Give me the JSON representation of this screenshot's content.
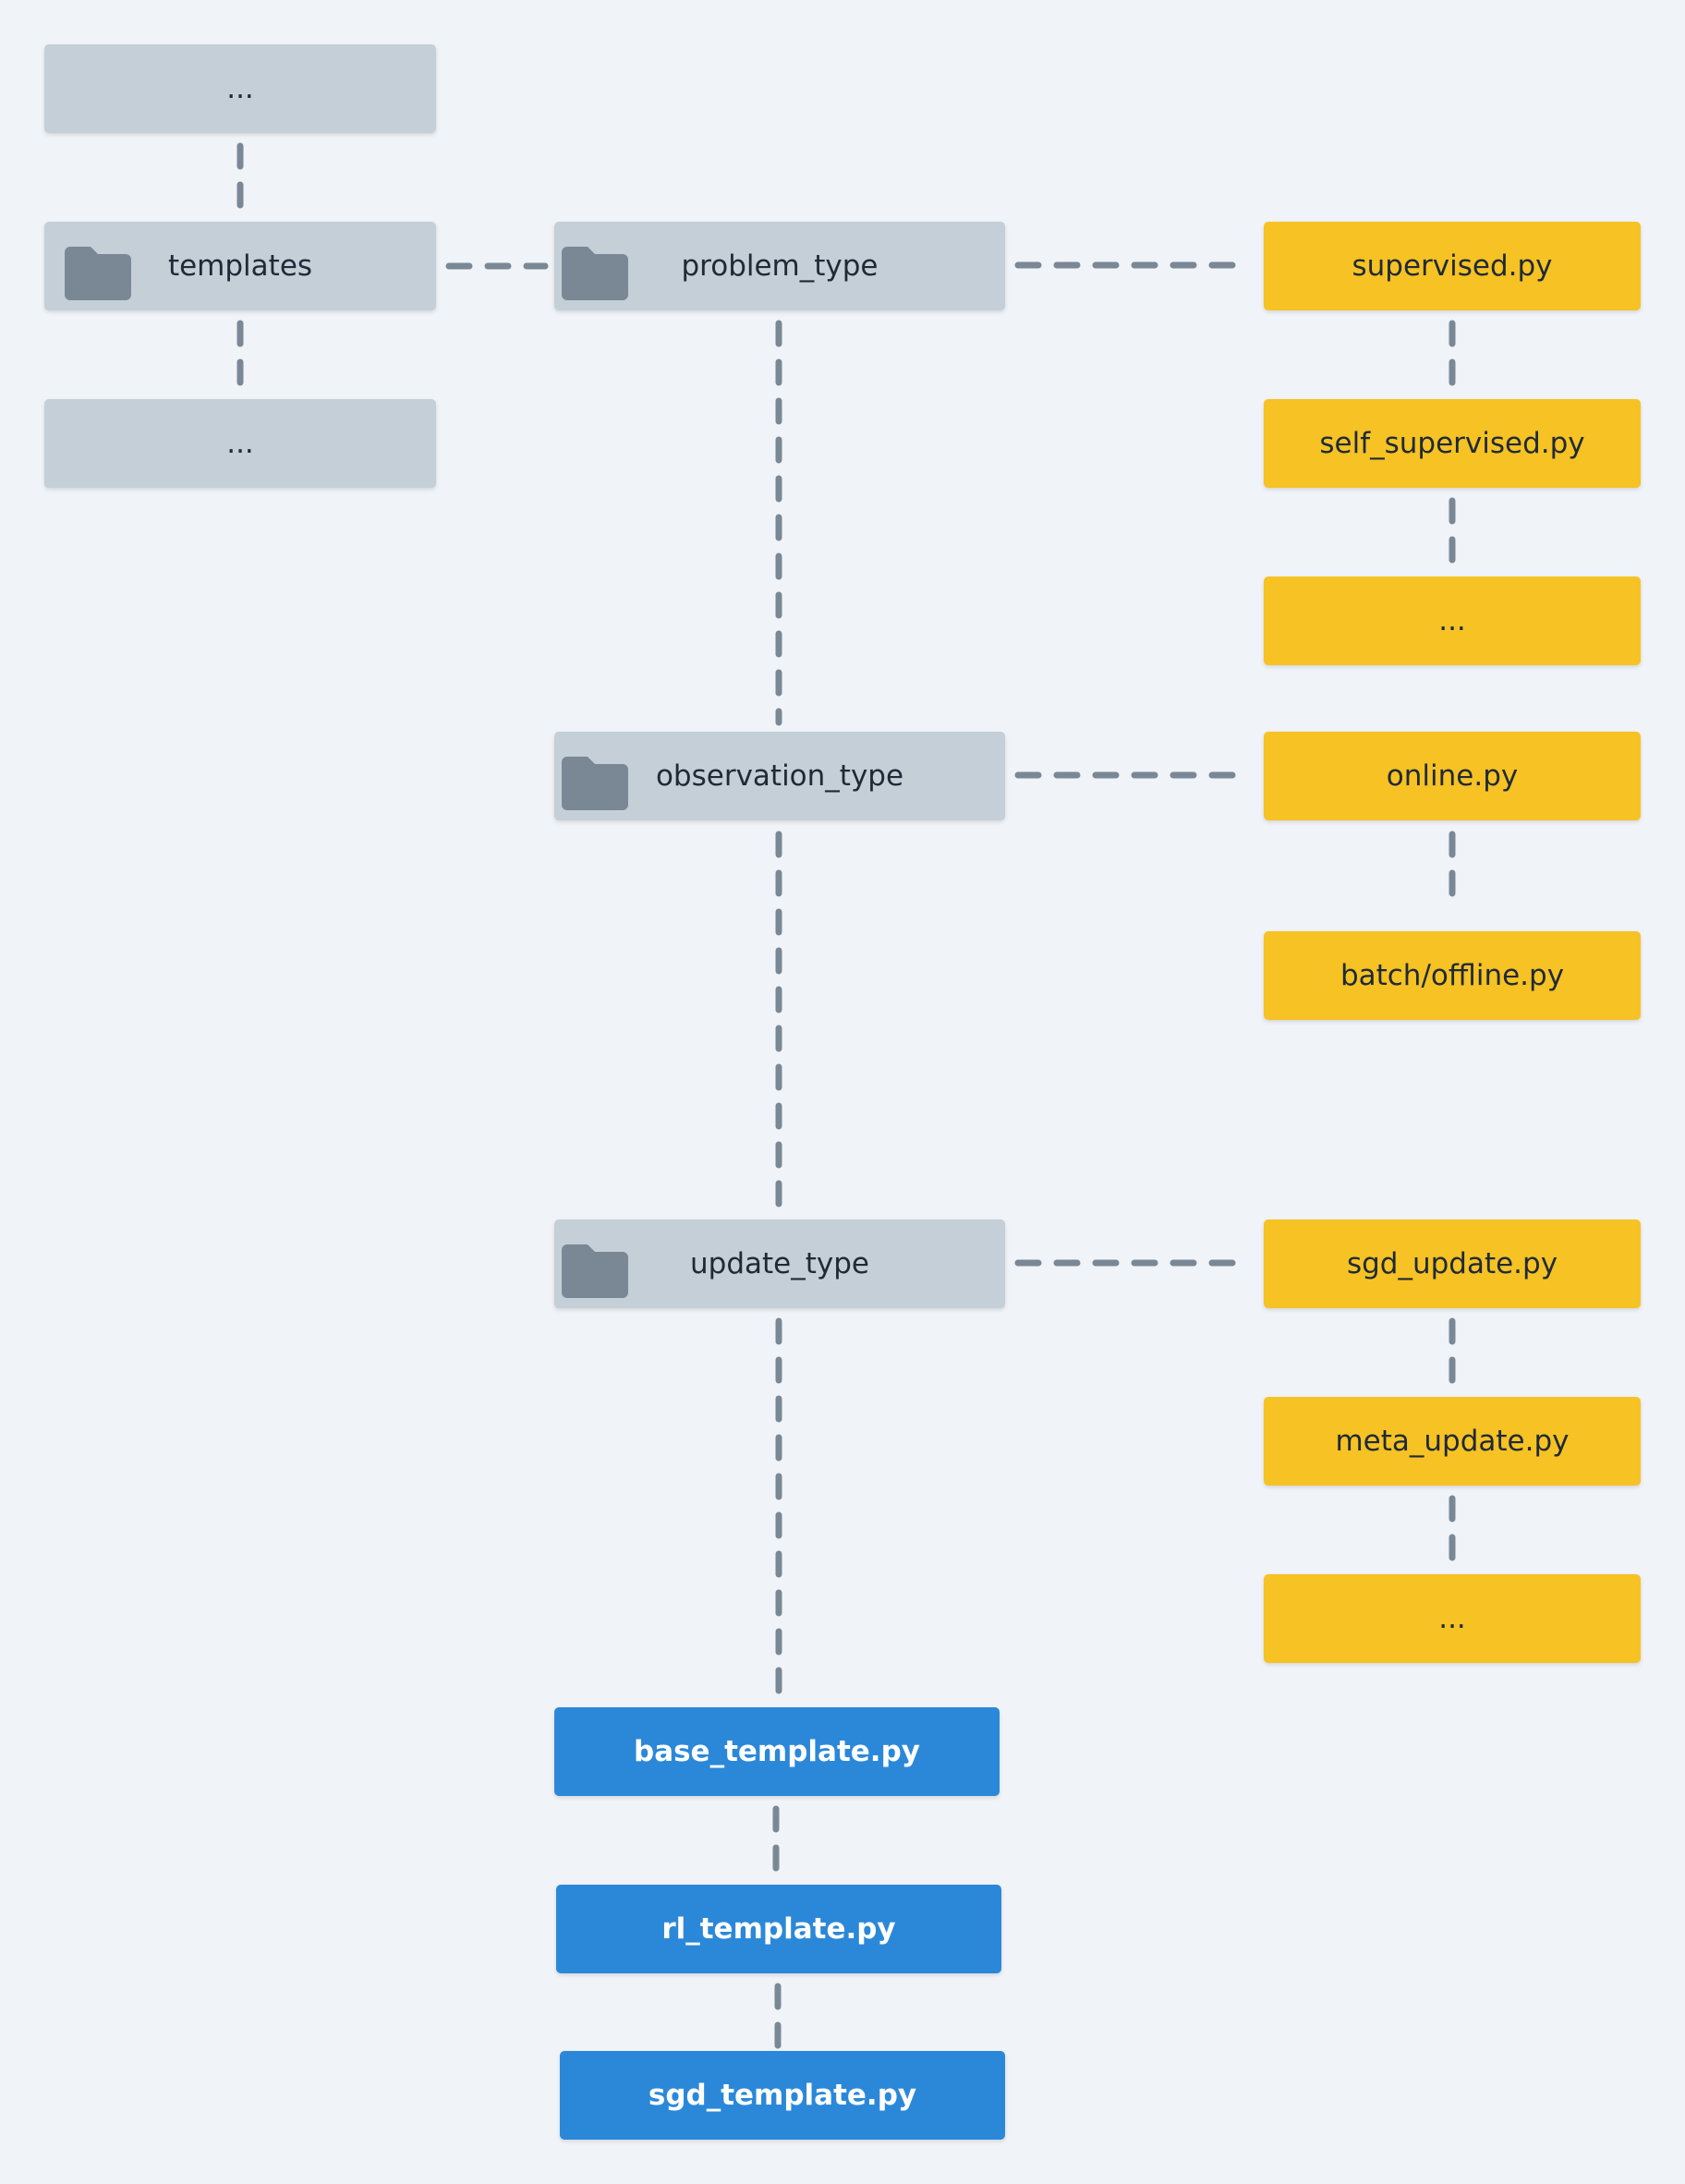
{
  "colors": {
    "background": "#f0f3f7",
    "folder_node": "#c4cfd8",
    "folder_icon": "#7a8896",
    "module_node": "#f6c224",
    "template_node": "#2b88d9",
    "connector": "#7a8896"
  },
  "root": {
    "above_label": "...",
    "folder_label": "templates",
    "folder_icon": "folder-icon",
    "below_label": "..."
  },
  "folders": [
    {
      "label": "problem_type",
      "icon": "folder-icon"
    },
    {
      "label": "observation_type",
      "icon": "folder-icon"
    },
    {
      "label": "update_type",
      "icon": "folder-icon"
    }
  ],
  "problem_files": [
    "supervised.py",
    "self_supervised.py",
    "..."
  ],
  "observation_files": [
    "online.py",
    "batch/offline.py"
  ],
  "update_files": [
    "sgd_update.py",
    "meta_update.py",
    "..."
  ],
  "template_files": [
    "base_template.py",
    "rl_template.py",
    "sgd_template.py"
  ]
}
